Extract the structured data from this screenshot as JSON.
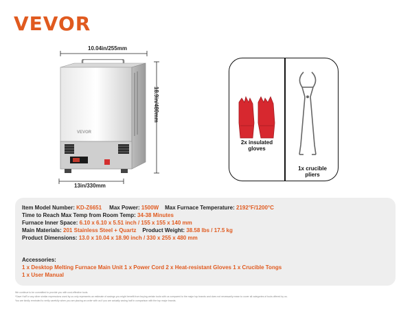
{
  "brand": {
    "logo_text": "VEVOR"
  },
  "dimensions": {
    "width": "10.04in/255mm",
    "height": "18.9in/480mm",
    "depth": "13in/330mm"
  },
  "product": {
    "front_badge": "VEVOR"
  },
  "accessory_images": {
    "gloves_label_1": "2x insulated",
    "gloves_label_2": "gloves",
    "pliers_label_1": "1x crucible",
    "pliers_label_2": "pliers"
  },
  "specs": {
    "model_label": "Item Model Number:",
    "model_value": "KD-Z6651",
    "power_label": "Max Power:",
    "power_value": "1500W",
    "temp_label": "Max Furnace Temperature:",
    "temp_value": "2192°F/1200°C",
    "time_label": "Time to Reach Max Temp from Room Temp:",
    "time_value": "34-38 Minutes",
    "inner_label": "Furnace Inner Space:",
    "inner_value": "6.10 x 6.10 x 5.51 inch / 155 x 155 x 140 mm",
    "materials_label": "Main Materials:",
    "materials_value": "201 Stainless Steel + Quartz",
    "weight_label": "Product Weight:",
    "weight_value": "38.58 lbs / 17.5 kg",
    "dims_label": "Product Dimensions:",
    "dims_value": "13.0 x 10.04 x 18.90 inch / 330 x 255 x 480 mm"
  },
  "accessories": {
    "title": "Accessories:",
    "line1": "1 x Desktop Melting Furnace Main Unit    1 x Power Cord    2 x Heat-resistant Gloves    1 x Crucible Tongs",
    "line2": "1 x User Manual"
  },
  "footer": {
    "line1": "We continue to be committed to provide you with cost-effective tools.",
    "line2": "*Save Half\"or any other similar expressions used by us only represents an estimate of savings you might benefit from buying certain tools with us compared to the major top brands and does not necessarily mean to cover all categories of tools offered by us.",
    "line3": "You are kindly reminded to verify carefully when you are placing an order with us if you are actually saving half in comparison with the top major brands."
  },
  "colors": {
    "accent": "#e05a1f",
    "panel": "#eeeeee"
  }
}
